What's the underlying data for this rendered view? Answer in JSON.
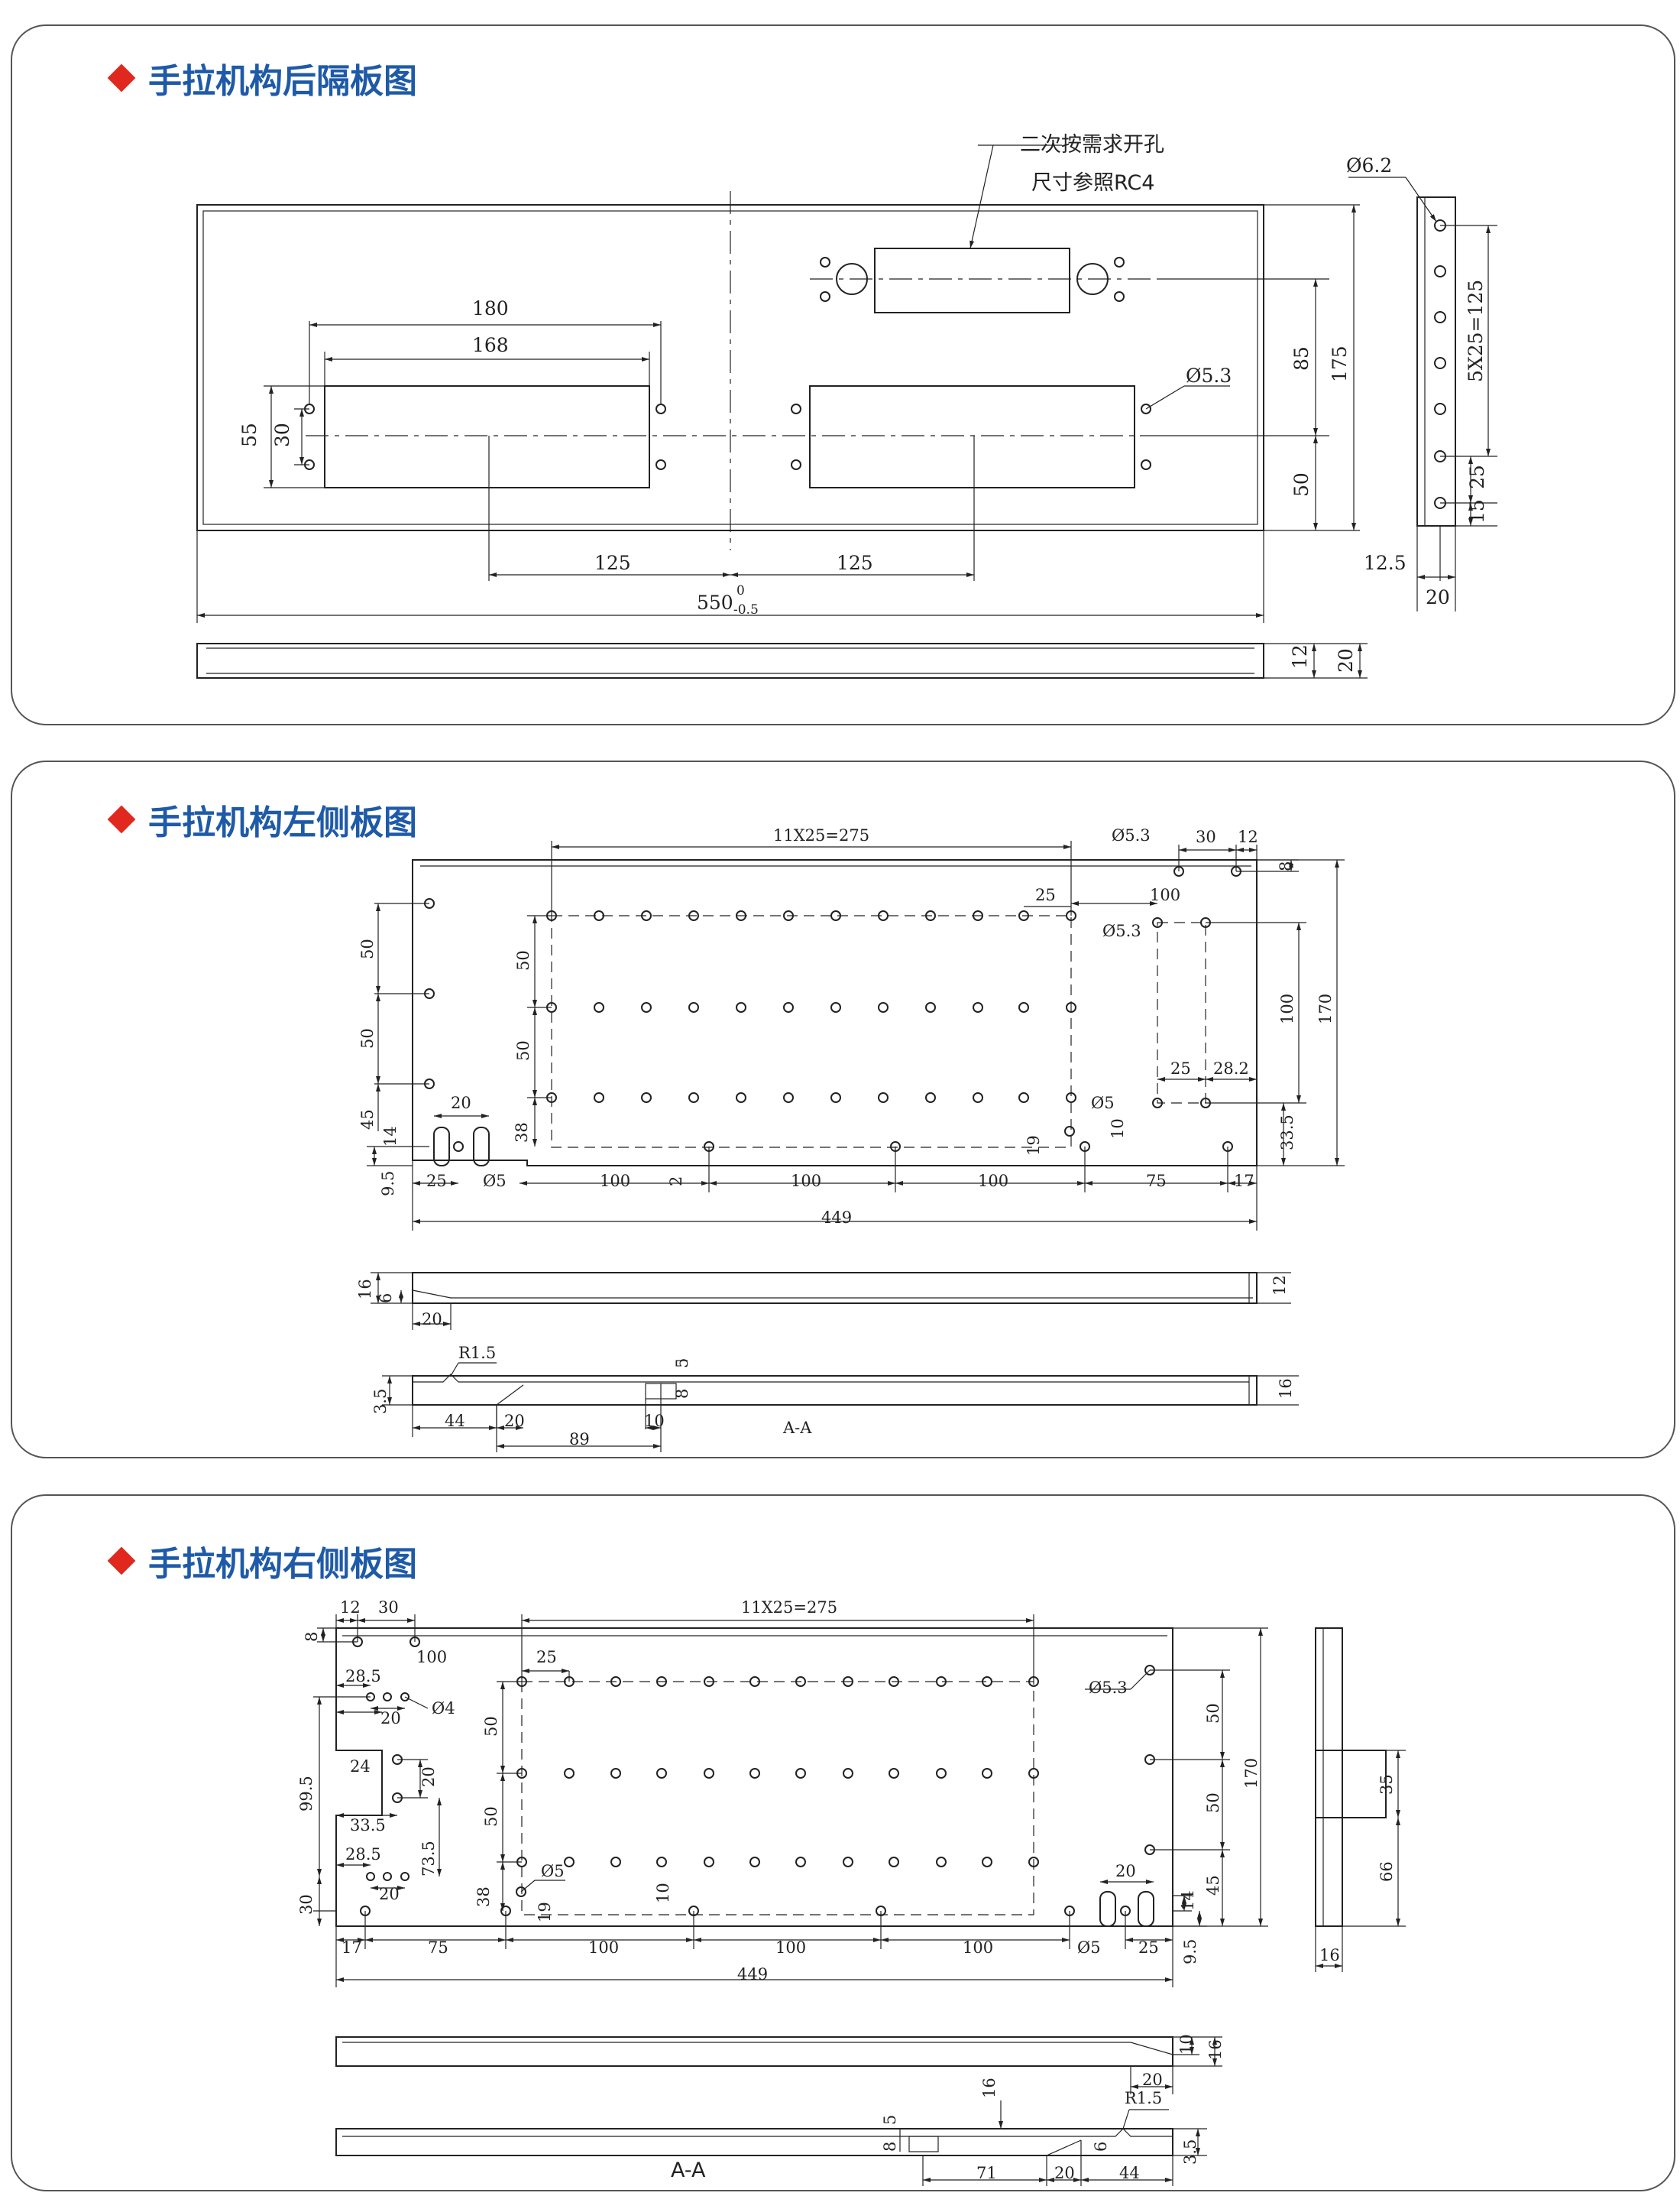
{
  "panels": [
    {
      "title": "手拉机构后隔板图"
    },
    {
      "title": "手拉机构左侧板图"
    },
    {
      "title": "手拉机构右侧板图"
    }
  ],
  "colors": {
    "title": "#1e5aa8",
    "bullet": "#e0281e",
    "line": "#222222",
    "border": "#555555"
  },
  "rear": {
    "note1": "二次按需求开孔",
    "note2": "尺寸参照RC4",
    "d180": "180",
    "d168": "168",
    "d55": "55",
    "d30": "30",
    "d125a": "125",
    "d125b": "125",
    "d550": "550",
    "tol_up": "0",
    "tol_dn": "-0.5",
    "d85": "85",
    "d175": "175",
    "d50": "50",
    "phi53": "Ø5.3",
    "d12": "12",
    "d20": "20",
    "side_phi": "Ø6.2",
    "side_5x25": "5X25=125",
    "side_25": "25",
    "side_15": "15",
    "side_125": "12.5",
    "side_20": "20"
  },
  "left": {
    "d11x25": "11X25=275",
    "phi53a": "Ø5.3",
    "d30": "30",
    "d12": "12",
    "d8": "8",
    "d100top": "100",
    "d25": "25",
    "phi53b": "Ø5.3",
    "d50a": "50",
    "d50b": "50",
    "d50c": "50",
    "d50d": "50",
    "d45": "45",
    "d14": "14",
    "d20": "20",
    "d38": "38",
    "d95": "9.5",
    "d25b": "25",
    "phi5": "Ø5",
    "d100a": "100",
    "d2": "2",
    "d100b": "100",
    "d100c": "100",
    "d75": "75",
    "d17": "17",
    "d19": "19",
    "d10": "10",
    "phi5b": "Ø5",
    "d25c": "25",
    "d282": "28.2",
    "d100r": "100",
    "d170": "170",
    "d335": "33.5",
    "d449": "449",
    "b16": "16",
    "b6": "6",
    "b20": "20",
    "b12": "12",
    "c_r15": "R1.5",
    "c_5": "5",
    "c_35": "3.5",
    "c_8": "8",
    "c_44": "44",
    "c_20": "20",
    "c_10": "10",
    "c_89": "89",
    "c_aa": "A-A",
    "c_16": "16"
  },
  "right": {
    "d12": "12",
    "d30": "30",
    "d8": "8",
    "d100": "100",
    "d11x25": "11X25=275",
    "d25": "25",
    "d285a": "28.5",
    "d20a": "20",
    "phi4": "Ø4",
    "d24": "24",
    "d20b": "20",
    "d995": "99.5",
    "d335": "33.5",
    "d285b": "28.5",
    "d20c": "20",
    "d735": "73.5",
    "d50a": "50",
    "d50b": "50",
    "d38": "38",
    "phi5a": "Ø5",
    "d19": "19",
    "d10": "10",
    "d17": "17",
    "d75": "75",
    "d100a": "100",
    "d100b": "100",
    "d100c": "100",
    "phi5b": "Ø5",
    "d25b": "25",
    "d95": "9.5",
    "d449": "449",
    "phi53": "Ø5.3",
    "d50c": "50",
    "d50d": "50",
    "d170": "170",
    "d20d": "20",
    "d14": "14",
    "d45": "45",
    "s35": "35",
    "s66": "66",
    "s16": "16",
    "b10": "10",
    "b16": "16",
    "b20": "20",
    "c_16": "16",
    "c_r15": "R1.5",
    "c_5": "5",
    "c_8": "8",
    "c_6": "6",
    "c_35": "3.5",
    "c_71": "71",
    "c_20": "20",
    "c_44": "44",
    "c_aa": "A-A"
  }
}
